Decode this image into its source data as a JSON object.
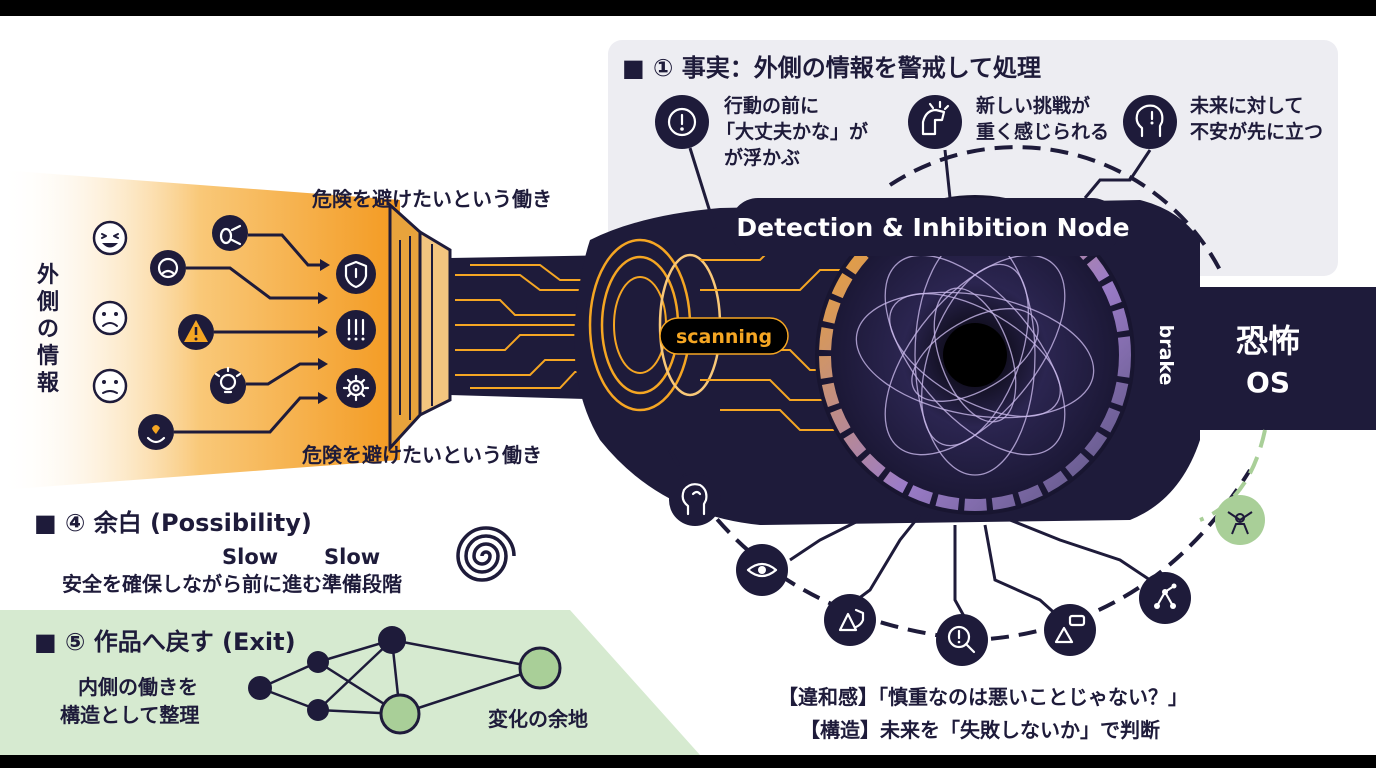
{
  "fact": {
    "heading": "■ ① 事実：外側の情報を警戒して処理",
    "items": [
      {
        "line1": "行動の前に",
        "line2": "「大丈夫かな」が",
        "line3": "が浮かぶ",
        "icon": "exclamation-icon"
      },
      {
        "line1": "新しい挑戦が",
        "line2": "重く感じられる",
        "icon": "heavy-arm-icon"
      },
      {
        "line1": "未来に対して",
        "line2": "不安が先に立つ",
        "icon": "anxious-head-icon"
      }
    ]
  },
  "input": {
    "side_label_chars": [
      "外",
      "側",
      "の",
      "情",
      "報"
    ],
    "label_top": "危険を避けたいという働き",
    "label_bottom": "危険を避けたいという働き"
  },
  "node": {
    "title": "Detection & Inhibition Node",
    "scanning": "scanning",
    "brake": "brake"
  },
  "os": {
    "line1": "恐怖",
    "line2": "OS"
  },
  "possibility": {
    "heading": "■ ④ 余白 (Possibility)",
    "slow1": "Slow",
    "slow2": "Slow",
    "caption": "安全を確保しながら前に進む準備段階"
  },
  "exit": {
    "heading": "■ ⑤ 作品へ戻す (Exit)",
    "line1": "内側の働きを",
    "line2": "構造として整理",
    "change": "変化の余地"
  },
  "bottom_notes": {
    "line1": "【違和感】「慎重なのは悪いことじゃない？」",
    "line2": "【構造】未来を「失敗しないか」で判断"
  },
  "colors": {
    "navy": "#1e1b3a",
    "orange": "#f5a623",
    "gold": "#e8a33c",
    "green_light": "#d6ead0",
    "green_node": "#a9cf98",
    "panel_gray": "#ededf2"
  }
}
